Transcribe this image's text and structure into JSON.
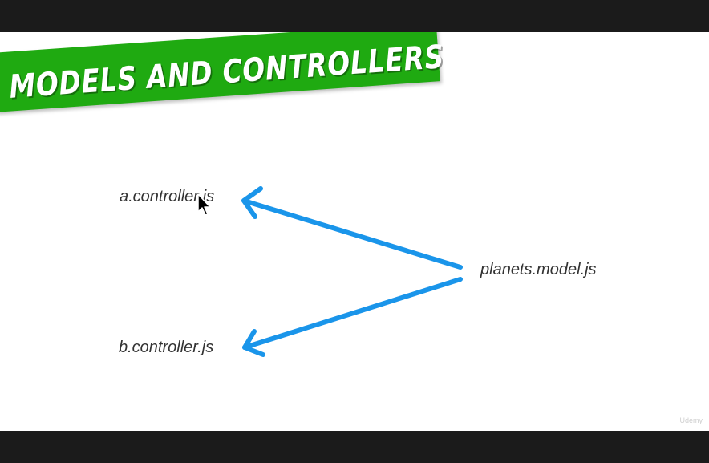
{
  "slide": {
    "title": "MODELS AND CONTROLLERS",
    "banner_color": "#1faa11",
    "arrow_color": "#1a95ea"
  },
  "diagram": {
    "nodes": {
      "a_controller": "a.controller.js",
      "b_controller": "b.controller.js",
      "planets_model": "planets.model.js"
    },
    "edges": [
      {
        "from": "planets.model.js",
        "to": "a.controller.js"
      },
      {
        "from": "planets.model.js",
        "to": "b.controller.js"
      }
    ]
  },
  "watermark": "Udemy"
}
